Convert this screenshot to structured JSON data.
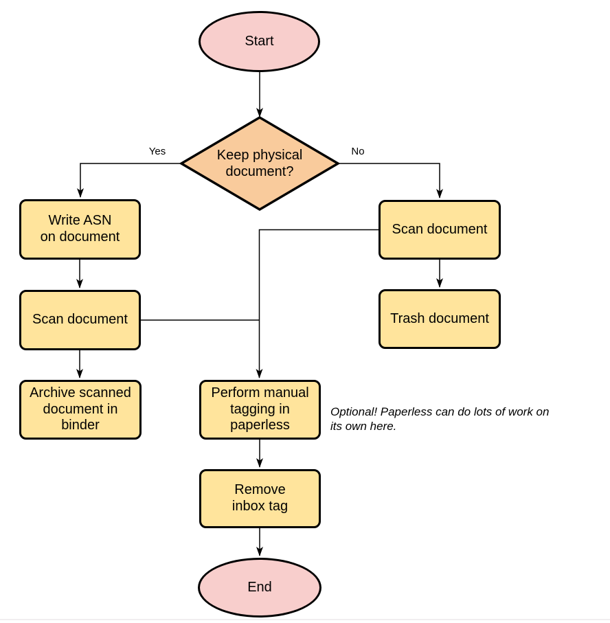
{
  "diagram": {
    "type": "flowchart",
    "colors": {
      "terminator_fill": "#f8cecc",
      "decision_fill": "#f9cb9c",
      "process_fill": "#ffe49c",
      "stroke": "#000000",
      "connector": "#000000",
      "background": "#ffffff",
      "bottom_divider": "#f1eef0"
    },
    "nodes": {
      "start": {
        "shape": "terminator",
        "label": "Start"
      },
      "decision": {
        "shape": "decision",
        "label": "Keep physical\ndocument?"
      },
      "write_asn": {
        "shape": "process",
        "label": "Write ASN\non document"
      },
      "scan_left": {
        "shape": "process",
        "label": "Scan document"
      },
      "archive": {
        "shape": "process",
        "label": "Archive scanned\ndocument in\nbinder"
      },
      "scan_right": {
        "shape": "process",
        "label": "Scan document"
      },
      "trash": {
        "shape": "process",
        "label": "Trash document"
      },
      "perform_tagging": {
        "shape": "process",
        "label": "Perform manual\ntagging in\npaperless"
      },
      "remove_inbox": {
        "shape": "process",
        "label": "Remove\ninbox tag"
      },
      "end": {
        "shape": "terminator",
        "label": "End"
      }
    },
    "edge_labels": {
      "yes": "Yes",
      "no": "No"
    },
    "note": "Optional! Paperless can do lots of work on\nits own here."
  }
}
